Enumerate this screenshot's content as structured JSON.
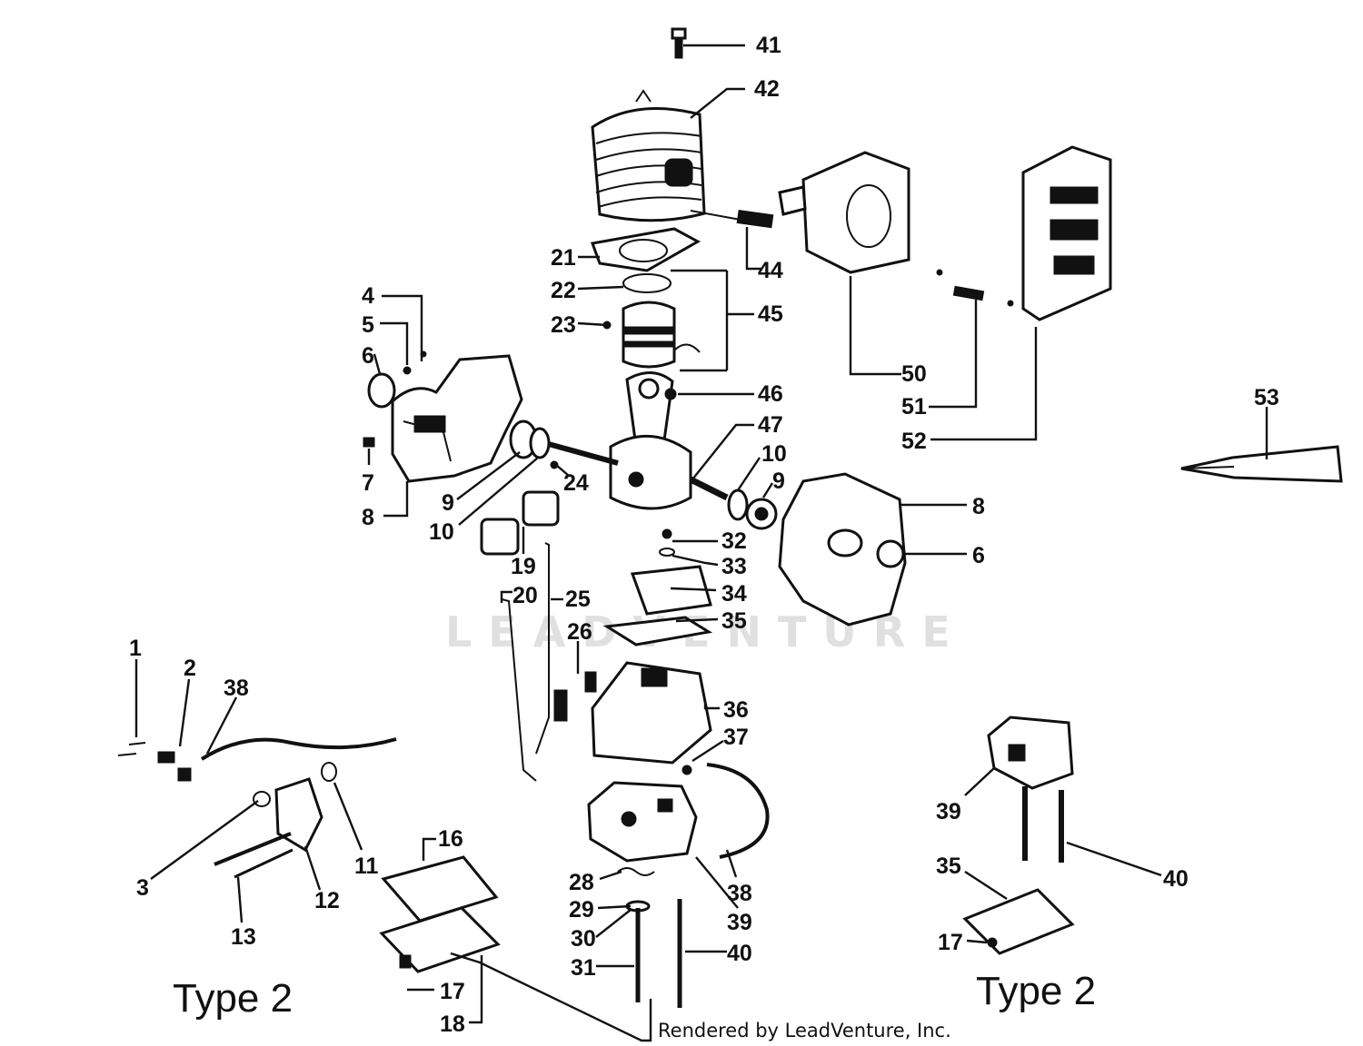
{
  "diagram": {
    "callouts": [
      {
        "id": "c41",
        "text": "41"
      },
      {
        "id": "c42",
        "text": "42"
      },
      {
        "id": "c44",
        "text": "44"
      },
      {
        "id": "c21",
        "text": "21"
      },
      {
        "id": "c22",
        "text": "22"
      },
      {
        "id": "c45",
        "text": "45"
      },
      {
        "id": "c23",
        "text": "23"
      },
      {
        "id": "c4",
        "text": "4"
      },
      {
        "id": "c5",
        "text": "5"
      },
      {
        "id": "c6a",
        "text": "6"
      },
      {
        "id": "c7",
        "text": "7"
      },
      {
        "id": "c8a",
        "text": "8"
      },
      {
        "id": "c9a",
        "text": "9"
      },
      {
        "id": "c10a",
        "text": "10"
      },
      {
        "id": "c24",
        "text": "24"
      },
      {
        "id": "c46",
        "text": "46"
      },
      {
        "id": "c47",
        "text": "47"
      },
      {
        "id": "c10b",
        "text": "10"
      },
      {
        "id": "c9b",
        "text": "9"
      },
      {
        "id": "c8b",
        "text": "8"
      },
      {
        "id": "c6b",
        "text": "6"
      },
      {
        "id": "c50",
        "text": "50"
      },
      {
        "id": "c51",
        "text": "51"
      },
      {
        "id": "c52",
        "text": "52"
      },
      {
        "id": "c53",
        "text": "53"
      },
      {
        "id": "c19",
        "text": "19"
      },
      {
        "id": "c32",
        "text": "32"
      },
      {
        "id": "c33",
        "text": "33"
      },
      {
        "id": "c34",
        "text": "34"
      },
      {
        "id": "c35a",
        "text": "35"
      },
      {
        "id": "c20",
        "text": "20"
      },
      {
        "id": "c25",
        "text": "25"
      },
      {
        "id": "c26",
        "text": "26"
      },
      {
        "id": "c36",
        "text": "36"
      },
      {
        "id": "c37",
        "text": "37"
      },
      {
        "id": "c1",
        "text": "1"
      },
      {
        "id": "c2",
        "text": "2"
      },
      {
        "id": "c38a",
        "text": "38"
      },
      {
        "id": "c3",
        "text": "3"
      },
      {
        "id": "c11",
        "text": "11"
      },
      {
        "id": "c12",
        "text": "12"
      },
      {
        "id": "c13",
        "text": "13"
      },
      {
        "id": "c16",
        "text": "16"
      },
      {
        "id": "c17a",
        "text": "17"
      },
      {
        "id": "c18",
        "text": "18"
      },
      {
        "id": "c28",
        "text": "28"
      },
      {
        "id": "c29",
        "text": "29"
      },
      {
        "id": "c30",
        "text": "30"
      },
      {
        "id": "c31",
        "text": "31"
      },
      {
        "id": "c38b",
        "text": "38"
      },
      {
        "id": "c39a",
        "text": "39"
      },
      {
        "id": "c40a",
        "text": "40"
      },
      {
        "id": "c39b",
        "text": "39"
      },
      {
        "id": "c40b",
        "text": "40"
      },
      {
        "id": "c35b",
        "text": "35"
      },
      {
        "id": "c17b",
        "text": "17"
      }
    ],
    "type_labels": {
      "left": "Type 2",
      "right": "Type 2"
    },
    "watermark": "LEADVENTURE",
    "footer": "Rendered by LeadVenture, Inc."
  }
}
